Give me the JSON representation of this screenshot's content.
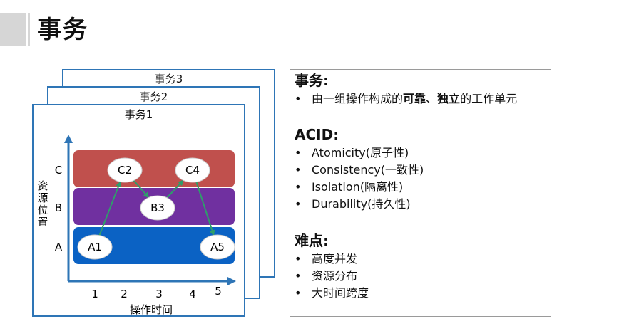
{
  "title": "事务",
  "diagram": {
    "frames": [
      "事务3",
      "事务2",
      "事务1"
    ],
    "y_axis_label": "资源位置",
    "x_axis_label": "操作时间",
    "y_ticks": [
      "C",
      "B",
      "A"
    ],
    "x_ticks": [
      "1",
      "2",
      "3",
      "4",
      "5"
    ],
    "lanes": [
      {
        "name": "C",
        "color": "#c0504d"
      },
      {
        "name": "B",
        "color": "#7030a0"
      },
      {
        "name": "A",
        "color": "#0b62c4"
      }
    ],
    "nodes": [
      {
        "id": "A1",
        "lane": "A",
        "time": 1
      },
      {
        "id": "C2",
        "lane": "C",
        "time": 2
      },
      {
        "id": "B3",
        "lane": "B",
        "time": 3
      },
      {
        "id": "C4",
        "lane": "C",
        "time": 4
      },
      {
        "id": "A5",
        "lane": "A",
        "time": 5
      }
    ],
    "edges": [
      [
        "A1",
        "C2"
      ],
      [
        "C2",
        "B3"
      ],
      [
        "B3",
        "C4"
      ],
      [
        "C4",
        "A5"
      ]
    ],
    "colors": {
      "frame": "#2e75b6",
      "axis": "#2e75b6",
      "arrow": "#2e9e6a"
    }
  },
  "panel": {
    "section1": {
      "title": "事务:",
      "bullet_parts": [
        "由一组操作构成的",
        "可靠",
        "、",
        "独立",
        "的工作单元"
      ]
    },
    "section2": {
      "title": "ACID:",
      "bullets": [
        "Atomicity(原子性)",
        "Consistency(一致性)",
        "Isolation(隔离性)",
        "Durability(持久性)"
      ]
    },
    "section3": {
      "title": "难点:",
      "bullets": [
        "高度并发",
        "资源分布",
        "大时间跨度"
      ]
    }
  }
}
